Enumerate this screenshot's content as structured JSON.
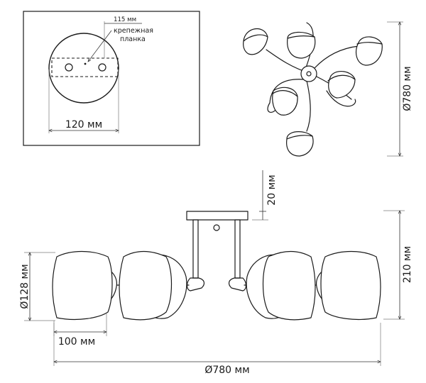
{
  "detail_view": {
    "plate_label_size": "115 мм",
    "plate_label_line1": "крепежная",
    "plate_label_line2": "планка",
    "canopy_diameter": "120 мм"
  },
  "top_view": {
    "diameter": "Ø780 мм"
  },
  "side_view": {
    "rod_gap": "20 мм",
    "height": "210 мм",
    "shade_diameter": "Ø128 мм",
    "shade_depth": "100 мм",
    "overall_width": "Ø780 мм"
  }
}
